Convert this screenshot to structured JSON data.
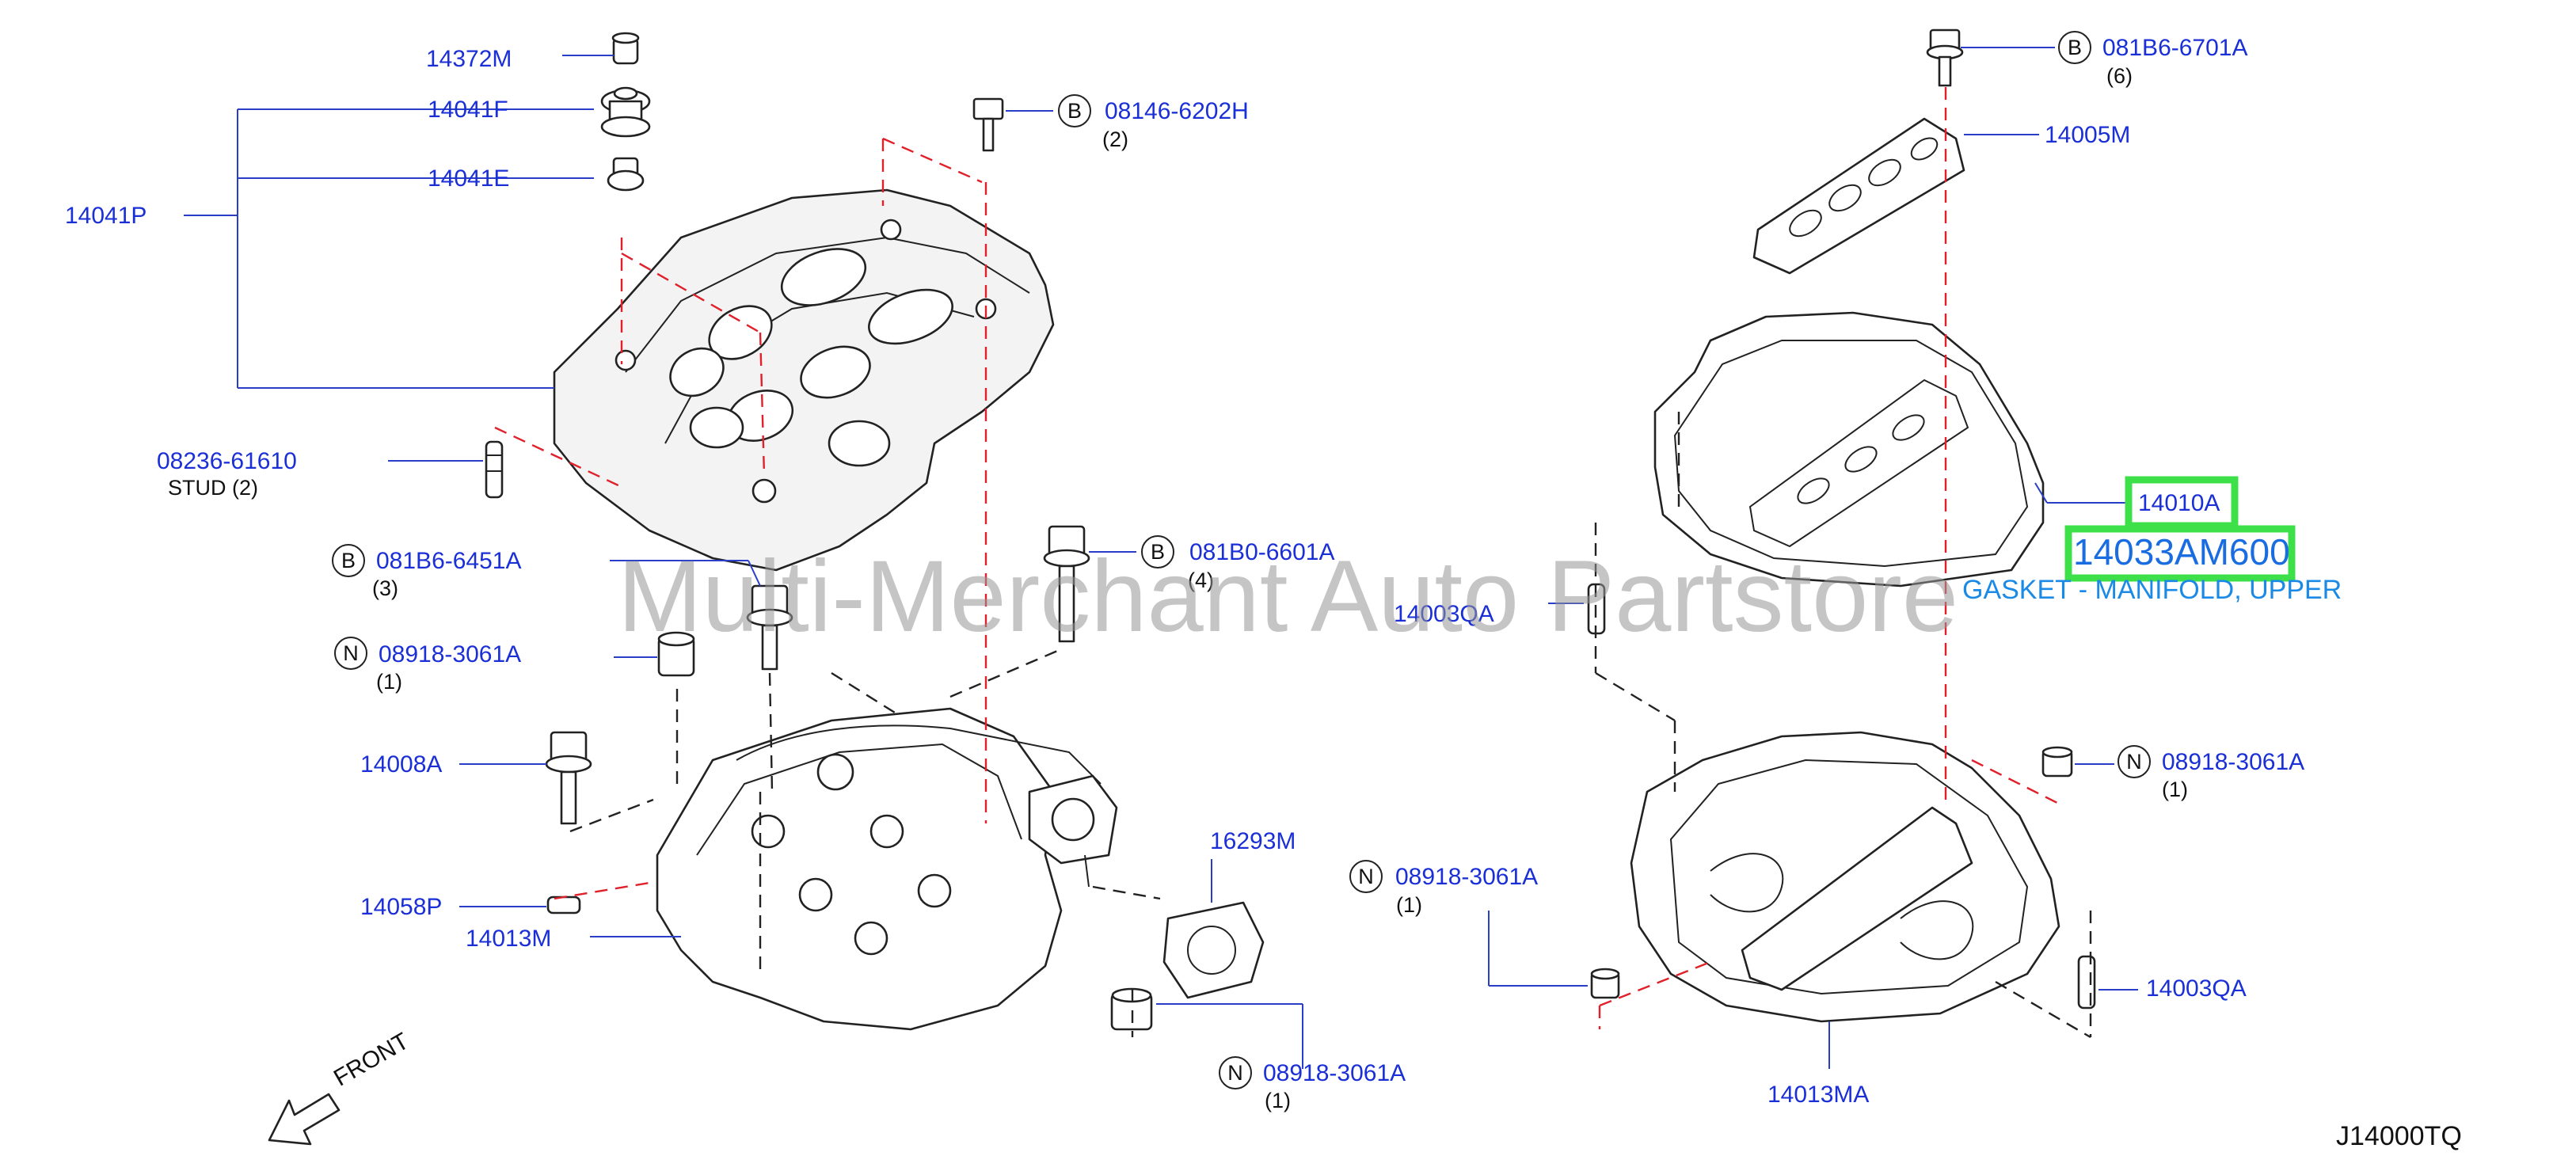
{
  "diagram": {
    "code": "J14000TQ",
    "watermark": "Multi-Merchant Auto Partstore",
    "front_label": "FRONT",
    "highlight": {
      "callout": "14010A",
      "part_number": "14033AM600",
      "part_name": "GASKET - MANIFOLD, UPPER",
      "color": "#3ee04a"
    },
    "callouts": {
      "p14372M": "14372M",
      "p14041F": "14041F",
      "p14041E": "14041E",
      "p14041P": "14041P",
      "p08146": "08146-6202H",
      "p08146_qty": "(2)",
      "p08236": "08236-61610",
      "p08236_sub": "STUD (2)",
      "p081B6_6451": "081B6-6451A",
      "p081B6_6451_qty": "(3)",
      "p081B0": "081B0-6601A",
      "p081B0_qty": "(4)",
      "p08918_a": "08918-3061A",
      "p08918_a_qty": "(1)",
      "p14008A": "14008A",
      "p14058P": "14058P",
      "p14013M": "14013M",
      "p16293M": "16293M",
      "p08918_b": "08918-3061A",
      "p08918_b_qty": "(1)",
      "p081B6_6701": "081B6-6701A",
      "p081B6_6701_qty": "(6)",
      "p14005M": "14005M",
      "p14003QA_top": "14003QA",
      "p08918_c": "08918-3061A",
      "p08918_c_qty": "(1)",
      "p08918_d": "08918-3061A",
      "p08918_d_qty": "(1)",
      "p14003QA_bottom": "14003QA",
      "p14013MA": "14013MA"
    },
    "circle_labels": {
      "b": "B",
      "n": "N"
    },
    "colors": {
      "callout_text": "#1a2fd6",
      "part_number_text": "#1a6de0",
      "leader_line": "#2a3fc8",
      "alignment_dash": "#e0202a"
    }
  }
}
